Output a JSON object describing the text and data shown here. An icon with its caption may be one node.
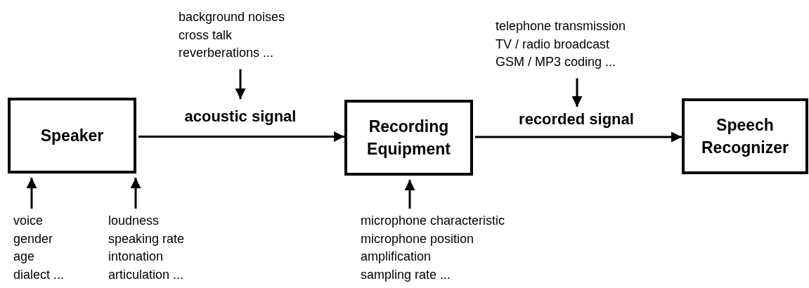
{
  "diagram": {
    "nodes": [
      {
        "text": [
          "Speaker"
        ]
      },
      {
        "text": [
          "Recording Equipment"
        ]
      },
      {
        "text": [
          "Speech Recognizer"
        ]
      },
      {
        "text": [
          "background noises",
          "cross talk",
          "reverberations ..."
        ]
      },
      {
        "text": [
          "telephone transmission",
          "TV / radio broadcast",
          "GSM / MP3 coding ..."
        ]
      },
      {
        "text": [
          "voice",
          "gender",
          "age",
          "dialect ..."
        ]
      },
      {
        "text": [
          "loudness",
          "speaking rate",
          "intonation",
          "articulation ..."
        ]
      },
      {
        "text": [
          "microphone characteristic",
          "microphone position",
          "amplification",
          "sampling rate ..."
        ]
      }
    ],
    "edges": [
      {
        "from": 0,
        "to": 1,
        "arrow": "to",
        "label": "acoustic signal"
      },
      {
        "from": 1,
        "to": 2,
        "arrow": "to",
        "label": "recorded signal"
      },
      {
        "from": 3,
        "to": null,
        "arrow": "to"
      },
      {
        "from": 4,
        "to": null,
        "arrow": "to"
      },
      {
        "from": 5,
        "to": 0,
        "arrow": "to"
      },
      {
        "from": 6,
        "to": 0,
        "arrow": "to"
      },
      {
        "from": 7,
        "to": 1,
        "arrow": "to"
      }
    ]
  }
}
